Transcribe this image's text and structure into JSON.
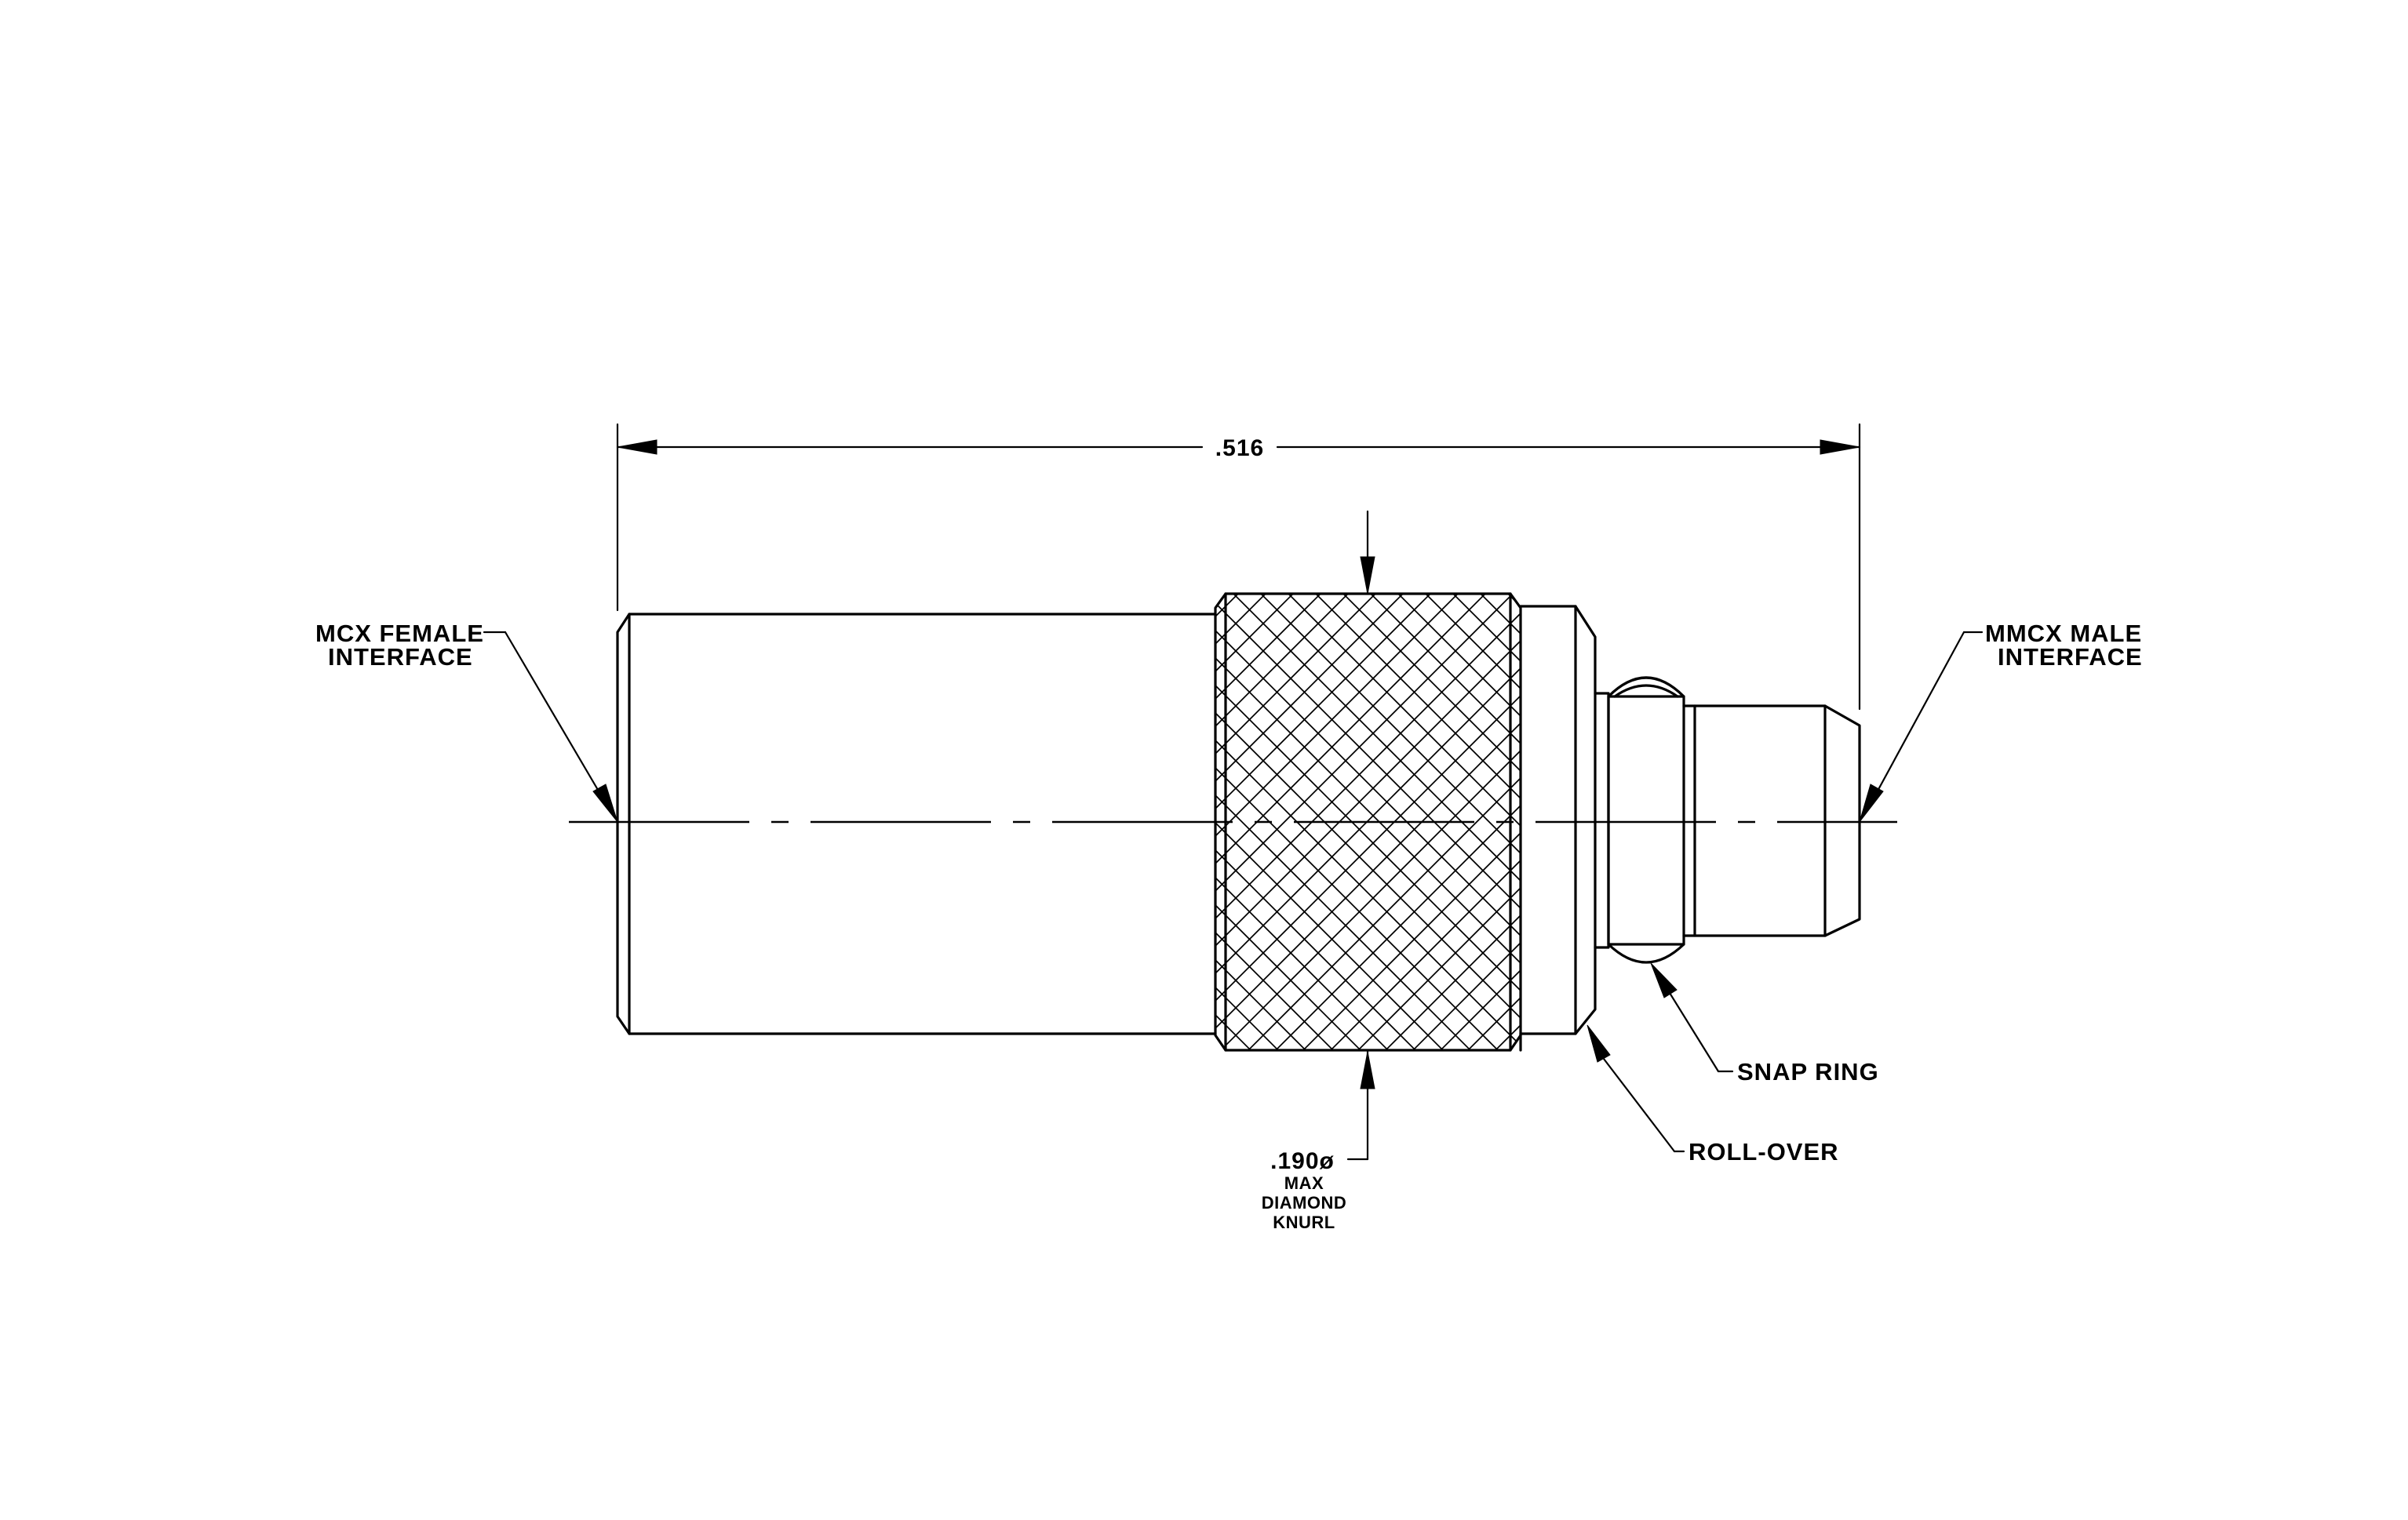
{
  "dimensions": {
    "overall_length": ".516",
    "knurl_diameter": ".190ø",
    "knurl_note_line1": "MAX",
    "knurl_note_line2": "DIAMOND",
    "knurl_note_line3": "KNURL"
  },
  "callouts": {
    "left_interface_line1": "MCX FEMALE",
    "left_interface_line2": "INTERFACE",
    "right_interface_line1": "MMCX MALE",
    "right_interface_line2": "INTERFACE",
    "snap_ring": "SNAP RING",
    "roll_over": "ROLL-OVER"
  }
}
